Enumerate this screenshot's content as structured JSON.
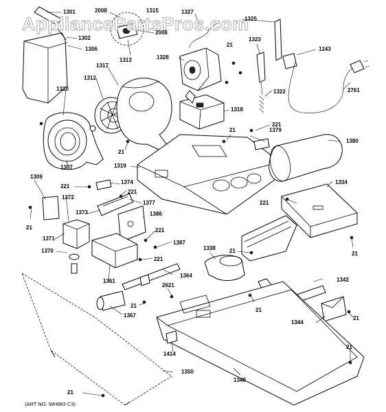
{
  "watermark": "AppliancePartsPros.com",
  "art_number": "(ART NO. WH883 C3)",
  "callouts": [
    {
      "id": "c1301",
      "text": "1301"
    },
    {
      "id": "c2008a",
      "text": "2008"
    },
    {
      "id": "c1315",
      "text": "1315"
    },
    {
      "id": "c1327",
      "text": "1327"
    },
    {
      "id": "c1325",
      "text": "1325"
    },
    {
      "id": "c1302",
      "text": "1302"
    },
    {
      "id": "c2008b",
      "text": "2008"
    },
    {
      "id": "c1306",
      "text": "1306"
    },
    {
      "id": "c1313",
      "text": "1313"
    },
    {
      "id": "c1323",
      "text": "1323"
    },
    {
      "id": "c21a",
      "text": "21"
    },
    {
      "id": "c1243",
      "text": "1243"
    },
    {
      "id": "c1328",
      "text": "1328"
    },
    {
      "id": "c1317",
      "text": "1317"
    },
    {
      "id": "c1312",
      "text": "1312"
    },
    {
      "id": "c2761",
      "text": "2761"
    },
    {
      "id": "c1310",
      "text": "1310"
    },
    {
      "id": "c1322",
      "text": "1322"
    },
    {
      "id": "c1318",
      "text": "1318"
    },
    {
      "id": "c221a",
      "text": "221"
    },
    {
      "id": "c21b",
      "text": "21"
    },
    {
      "id": "c1379",
      "text": "1379"
    },
    {
      "id": "c21c",
      "text": "21"
    },
    {
      "id": "c1380",
      "text": "1380"
    },
    {
      "id": "c1307",
      "text": "1307"
    },
    {
      "id": "c1319",
      "text": "1319"
    },
    {
      "id": "c1309",
      "text": "1309"
    },
    {
      "id": "c221b",
      "text": "221"
    },
    {
      "id": "c1374",
      "text": "1374"
    },
    {
      "id": "c1334",
      "text": "1334"
    },
    {
      "id": "c221c",
      "text": "221"
    },
    {
      "id": "c1372",
      "text": "1372"
    },
    {
      "id": "c1377",
      "text": "1377"
    },
    {
      "id": "c221d",
      "text": "221"
    },
    {
      "id": "c1373",
      "text": "1373"
    },
    {
      "id": "c21d",
      "text": "21"
    },
    {
      "id": "c1386",
      "text": "1386"
    },
    {
      "id": "c221e",
      "text": "221"
    },
    {
      "id": "c1371",
      "text": "1371"
    },
    {
      "id": "c1387",
      "text": "1387"
    },
    {
      "id": "c1338",
      "text": "1338"
    },
    {
      "id": "c21e",
      "text": "21"
    },
    {
      "id": "c21f",
      "text": "21"
    },
    {
      "id": "c1370",
      "text": "1370"
    },
    {
      "id": "c221f",
      "text": "221"
    },
    {
      "id": "c1364",
      "text": "1364"
    },
    {
      "id": "c1361",
      "text": "1361"
    },
    {
      "id": "c1342",
      "text": "1342"
    },
    {
      "id": "c2621",
      "text": "2621"
    },
    {
      "id": "c21g",
      "text": "21"
    },
    {
      "id": "c21h",
      "text": "21"
    },
    {
      "id": "c1367",
      "text": "1367"
    },
    {
      "id": "c1344",
      "text": "1344"
    },
    {
      "id": "c21i",
      "text": "21"
    },
    {
      "id": "c1414",
      "text": "1414"
    },
    {
      "id": "c21j",
      "text": "21"
    },
    {
      "id": "c1350",
      "text": "1350"
    },
    {
      "id": "c21k",
      "text": "21"
    },
    {
      "id": "c1348",
      "text": "1348"
    }
  ]
}
